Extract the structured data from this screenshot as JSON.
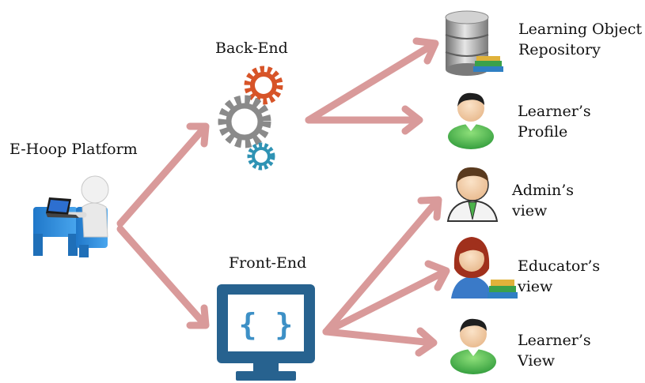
{
  "colors": {
    "arrow": "#d99a9a",
    "gear_orange": "#d75428",
    "gear_gray": "#8a8a8a",
    "gear_teal": "#2f93b4",
    "monitor_blue": "#27628f",
    "code_blue": "#3d90c6",
    "person_green": "#3fae49",
    "hair_dark": "#1f1f1f"
  },
  "platform": {
    "label": "E-Hoop Platform",
    "icon": "user-at-laptop-icon"
  },
  "backend": {
    "label": "Back-End",
    "icon": "gears-icon"
  },
  "frontend": {
    "label": "Front-End",
    "icon": "monitor-code-icon",
    "glyph": "{ }"
  },
  "targets": [
    {
      "line1": "Learning Object",
      "line2": "Repository",
      "icon": "database-books-icon"
    },
    {
      "line1": "Learner’s",
      "line2": "Profile",
      "icon": "learner-avatar-icon"
    },
    {
      "line1": "Admin’s",
      "line2": "view",
      "icon": "admin-avatar-icon"
    },
    {
      "line1": "Educator’s",
      "line2": "view",
      "icon": "educator-avatar-icon"
    },
    {
      "line1": "Learner’s",
      "line2": "View",
      "icon": "learner-avatar-icon"
    }
  ]
}
